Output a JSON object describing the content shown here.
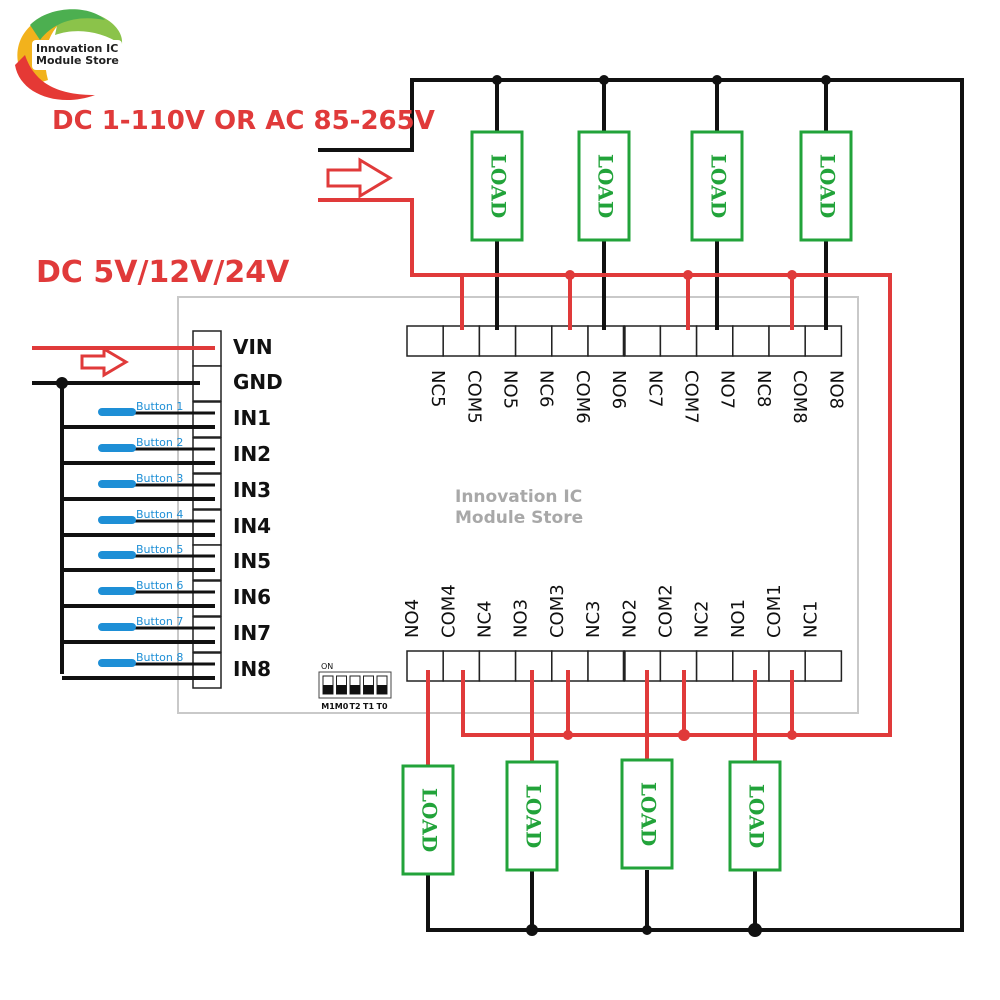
{
  "logo": {
    "line1": "Innovation IC",
    "line2": "Module Store"
  },
  "watermark": {
    "line1": "Innovation IC",
    "line2": "Module Store"
  },
  "supply_load": "DC 1-110V OR AC 85-265V",
  "supply_input": "DC 5V/12V/24V",
  "input_terminals": [
    "VIN",
    "GND",
    "IN1",
    "IN2",
    "IN3",
    "IN4",
    "IN5",
    "IN6",
    "IN7",
    "IN8"
  ],
  "buttons": [
    "Button 1",
    "Button 2",
    "Button 3",
    "Button 4",
    "Button 5",
    "Button 6",
    "Button 7",
    "Button 8"
  ],
  "top_terminals": [
    "NC5",
    "COM5",
    "NO5",
    "NC6",
    "COM6",
    "NO6",
    "NC7",
    "COM7",
    "NO7",
    "NC8",
    "COM8",
    "NO8"
  ],
  "bottom_terminals": [
    "NO4",
    "COM4",
    "NC4",
    "NO3",
    "COM3",
    "NC3",
    "NO2",
    "COM2",
    "NC2",
    "NO1",
    "COM1",
    "NC1"
  ],
  "load_label": "LOAD",
  "dip": {
    "on_label": "ON",
    "labels": [
      "M1",
      "M0",
      "T2",
      "T1",
      "T0"
    ]
  },
  "colors": {
    "wire_red": "#e03a3a",
    "wire_black": "#111111",
    "load_border": "#22a33a",
    "button": "#1e8fd6"
  }
}
